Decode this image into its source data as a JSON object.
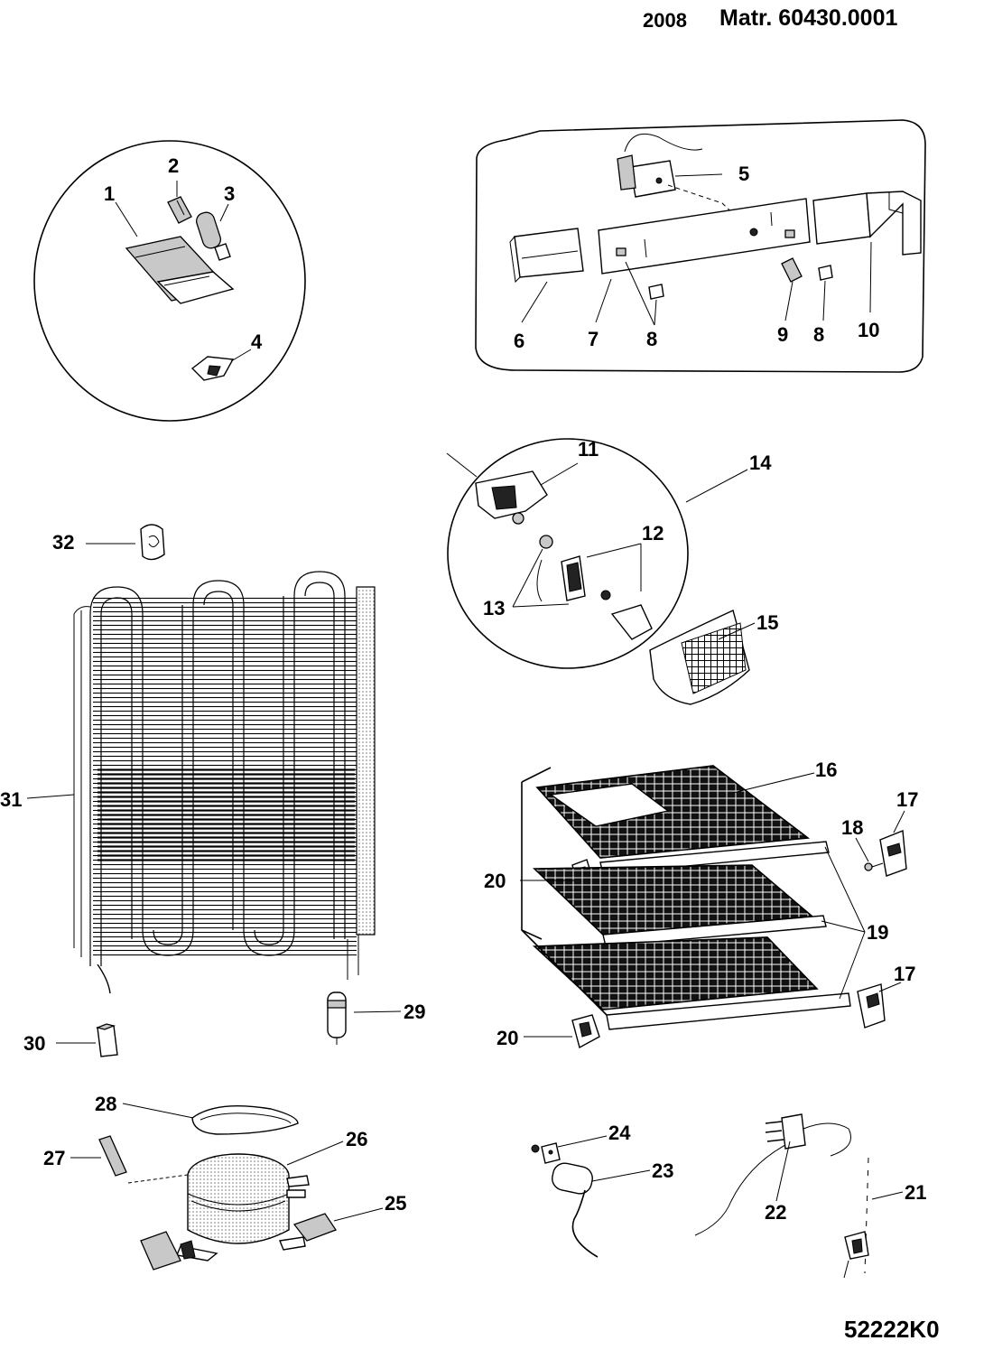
{
  "header": {
    "year": "2008",
    "matr_label": "Matr. 60430.0001"
  },
  "footer": {
    "drawing_code": "52222K0"
  },
  "callouts": [
    "1",
    "2",
    "3",
    "4",
    "5",
    "6",
    "7",
    "8",
    "8",
    "9",
    "10",
    "11",
    "12",
    "13",
    "14",
    "15",
    "16",
    "17",
    "17",
    "18",
    "19",
    "20",
    "20",
    "21",
    "22",
    "23",
    "24",
    "25",
    "26",
    "27",
    "28",
    "29",
    "30",
    "31",
    "32"
  ]
}
